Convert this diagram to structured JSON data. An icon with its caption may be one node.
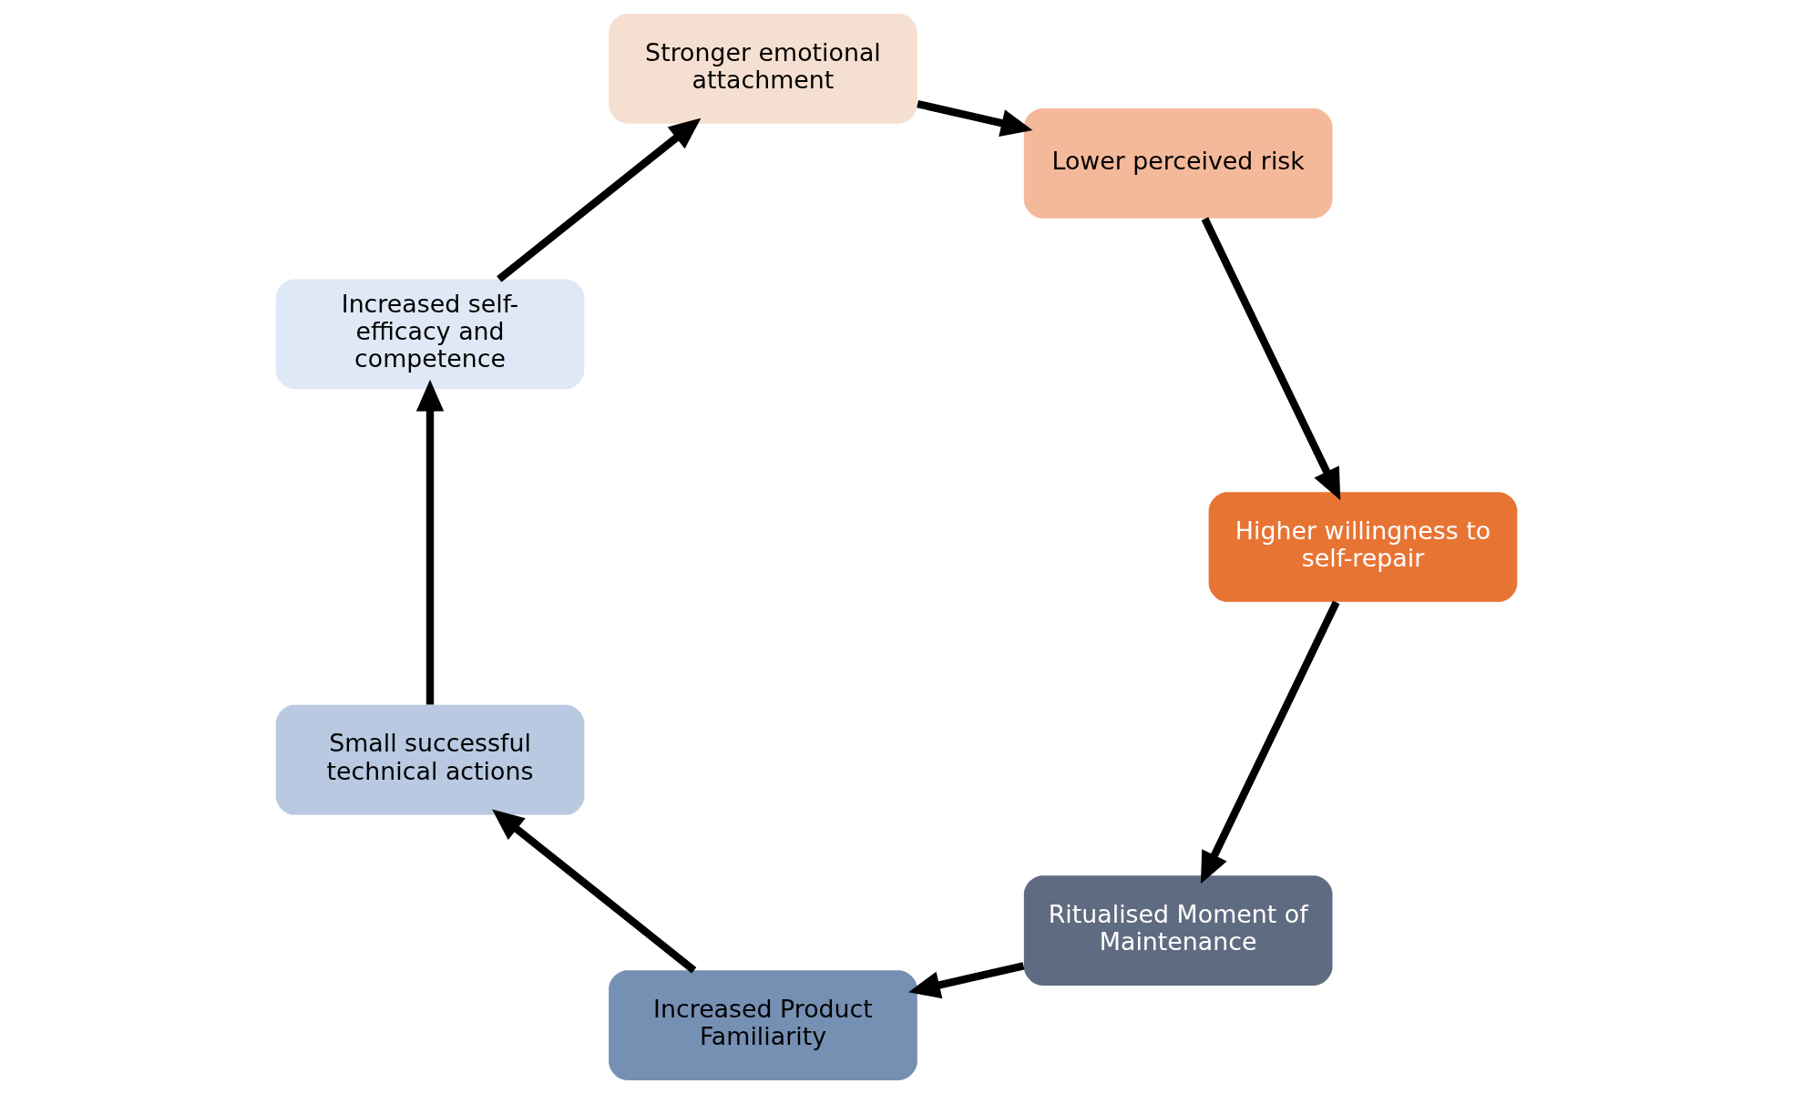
{
  "diagram": {
    "nodes": [
      {
        "text": [
          "Ritualised Moment of Maintenance"
        ]
      },
      {
        "text": [
          "Increased Product Familiarity"
        ]
      },
      {
        "text": [
          "Small successful technical actions"
        ]
      },
      {
        "text": [
          "Increased self-efficacy and competence"
        ]
      },
      {
        "text": [
          "Stronger emotional attachment"
        ]
      },
      {
        "text": [
          "Lower perceived risk"
        ]
      },
      {
        "text": [
          "Higher willingness to self-repair"
        ]
      }
    ],
    "edges": [
      {
        "from": 0,
        "to": 1,
        "arrow": "to"
      },
      {
        "from": 1,
        "to": 2,
        "arrow": "to"
      },
      {
        "from": 2,
        "to": 3,
        "arrow": "to"
      },
      {
        "from": 3,
        "to": 4,
        "arrow": "to"
      },
      {
        "from": 4,
        "to": 5,
        "arrow": "to"
      },
      {
        "from": 5,
        "to": 6,
        "arrow": "to"
      },
      {
        "from": 6,
        "to": 0,
        "arrow": "to"
      }
    ]
  }
}
